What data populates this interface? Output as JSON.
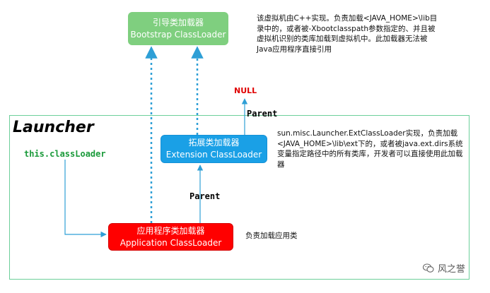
{
  "bootstrap": {
    "cn": "引导类加载器",
    "en": "Bootstrap ClassLoader"
  },
  "extension": {
    "cn": "拓展类加载器",
    "en": "Extension ClassLoader"
  },
  "application": {
    "cn": "应用程序类加载器",
    "en": "Application ClassLoader"
  },
  "notes": {
    "bootstrap": "该虚拟机由C++实现。负责加载<JAVA_HOME>\\lib目录中的，或者被-Xbootclasspath参数指定的、并且被虚拟机识别的类库加载到虚拟机中。此加载器无法被Java应用程序直接引用",
    "extension": "sun.misc.Launcher.ExtClassLoader实现，负责加载<JAVA_HOME>\\lib\\ext下的，或者被java.ext.dirs系统变量指定路径中的所有类库，开发者可以直接使用此加载器",
    "application": "负责加载应用类"
  },
  "labels": {
    "null": "NULL",
    "parent_upper": "Parent",
    "parent_lower": "Parent",
    "this_classloader": "this.classLoader",
    "launcher": "Launcher"
  },
  "watermark": {
    "text": "风之誉",
    "icon": "wechat-icon"
  },
  "colors": {
    "bootstrap": "#7fcf7f",
    "extension": "#1aa0e6",
    "application": "#ff0000",
    "arrow": "#2e9fd6",
    "frame": "#6ccf9a",
    "null": "#e00000",
    "this_classloader": "#1a9a3a"
  }
}
